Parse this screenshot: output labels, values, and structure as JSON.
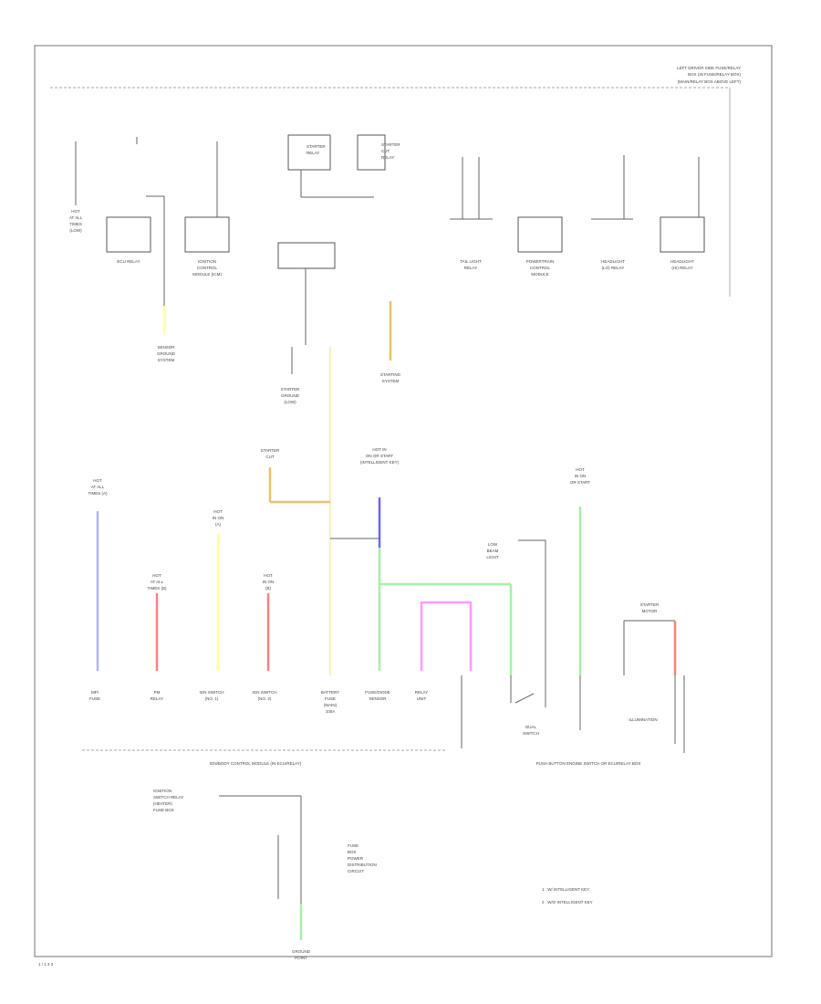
{
  "colors": {
    "line": "#666666",
    "blue": "#b3b3ff",
    "red": "#ff8080",
    "yellow": "#ffff99",
    "tan": "#e8c36a",
    "green": "#a6f0a6",
    "pink": "#ff99ff",
    "darkblue": "#6666ff",
    "lightyellow": "#f5f0c0"
  },
  "header": {
    "line1": "LEFT DRIVER SIDE FUSE/RELAY",
    "line2": "BOX (IN FUSE/RELAY BOX)",
    "line3": "(MAIN/RELAY BOX ABOVE LEFT)"
  },
  "footer": {
    "code": "1 / 1 2 3"
  },
  "legend": {
    "line1": "1  : W/ INTELLIGENT KEY",
    "line2": "2  : W/O INTELLIGENT KEY"
  },
  "top_components": [
    {
      "label": [
        "HOT",
        "AT ALL",
        "TIMES",
        "(LOW)"
      ]
    },
    {
      "label": [
        "ECU RELAY"
      ]
    },
    {
      "label": [
        "IGNITION",
        "CONTROL",
        "MODULE (ICM)"
      ]
    },
    {
      "label": [
        "STARTER",
        "RELAY"
      ]
    },
    {
      "label": [
        "STARTER",
        "CUT",
        "RELAY"
      ]
    },
    {
      "label": [
        "TAIL LIGHT",
        "RELAY"
      ]
    },
    {
      "label": [
        "POWERTRAIN",
        "CONTROL",
        "MODULE"
      ]
    },
    {
      "label": [
        "HEADLIGHT",
        "(LO) RELAY"
      ]
    },
    {
      "label": [
        "HEADLIGHT",
        "(HI) RELAY"
      ]
    }
  ],
  "mid_labels": {
    "sensor_ground": [
      "SENSOR",
      "GROUND",
      "SYSTEM"
    ],
    "starting_system": [
      "STARTING",
      "SYSTEM"
    ],
    "starter_ground": [
      "STARTER",
      "GROUND",
      "(LOW)"
    ],
    "starter_cut": [
      "STARTER",
      "CUT"
    ],
    "hot_in_start": [
      "HOT IN",
      "ON OR START",
      "(INTELLIGENT KEY)"
    ],
    "bus_a": [
      "HOT",
      "AT ALL",
      "TIMES (A)"
    ],
    "bus_b": [
      "HOT",
      "IN ON",
      "(A)"
    ],
    "bus_c": [
      "HOT",
      "AT ALL",
      "TIMES (B)"
    ],
    "bus_d": [
      "HOT",
      "IN ON",
      "(B)"
    ],
    "bus_e": [
      "HOT",
      "IN ON",
      "OR START"
    ],
    "low_beam": [
      "LOW",
      "BEAM",
      "LIGHT"
    ],
    "starter_motor": [
      "STARTER",
      "MOTOR"
    ]
  },
  "bottom_components": [
    {
      "label": [
        "MPI",
        "FUSE"
      ]
    },
    {
      "label": [
        "PM",
        "RELAY"
      ]
    },
    {
      "label": [
        "IGN SWITCH",
        "(NO. 1)"
      ]
    },
    {
      "label": [
        "IGN SWITCH",
        "(NO. 2)"
      ]
    },
    {
      "label": [
        "BATTERY",
        "FUSE",
        "(MAIN)",
        "100A"
      ]
    },
    {
      "label": [
        "FUSE/DIODE",
        "SENSOR"
      ]
    },
    {
      "label": [
        "RELAY",
        "UNIT"
      ]
    },
    {
      "label": [
        "DUAL",
        "SWITCH"
      ]
    }
  ],
  "section_labels": {
    "left": "IGN/BODY CONTROL MODULE (IN ECU/RELAY)",
    "right": "PUSH BUTTON ENGINE SWITCH OR ECU/RELAY BOX",
    "illum": "ILLUMINATION"
  },
  "ground_block": {
    "title": [
      "IGNITION",
      "SWITCH RELAY",
      "(HEATER)",
      "FUSE BOX"
    ],
    "right_note": [
      "FUSE",
      "BOX",
      "POWER",
      "DISTRIBUTION",
      "CIRCUIT"
    ],
    "bottom": [
      "GROUND",
      "POINT"
    ]
  }
}
